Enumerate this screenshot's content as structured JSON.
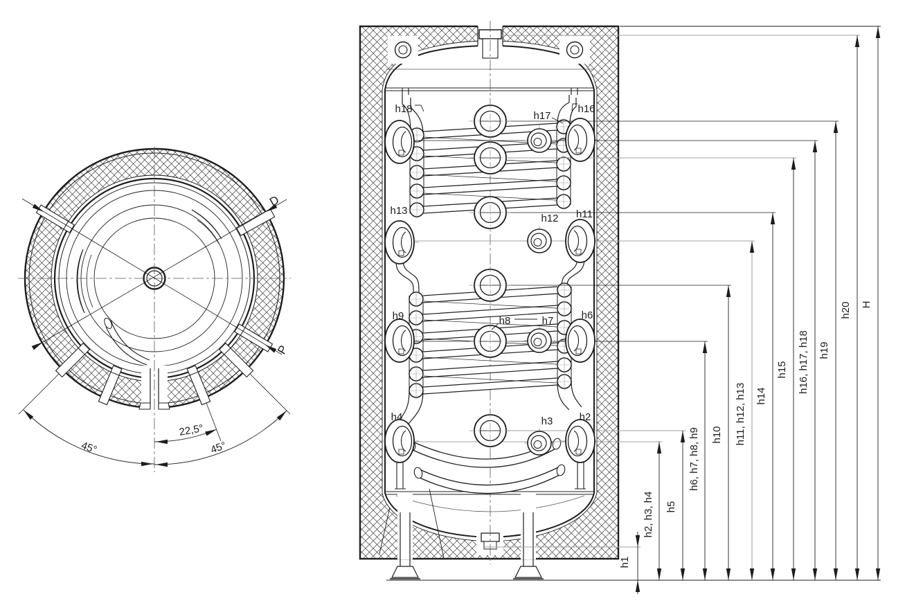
{
  "colors": {
    "ink": "#1d1d1d",
    "faint": "#a0a0a0",
    "background": "#ffffff",
    "hatch": "#3f3f3f"
  },
  "top_view": {
    "label_d": "D",
    "label_p": "P",
    "angle_left": "45°",
    "angle_middle": "22,5°",
    "angle_right": "45°"
  },
  "front_view": {
    "port_labels": {
      "h18": "h18",
      "h17": "h17",
      "h16": "h16",
      "h13": "h13",
      "h12": "h12",
      "h11": "h11",
      "h9": "h9",
      "h8": "h8",
      "h7": "h7",
      "h6": "h6",
      "h4": "h4",
      "h3": "h3",
      "h2": "h2"
    }
  },
  "dimensions": {
    "h1": "h1",
    "h2_h3_h4": "h2, h3, h4",
    "h5": "h5",
    "h6_h7_h8_h9": "h6, h7, h8, h9",
    "h10": "h10",
    "h11_h12_h13": "h11, h12, h13",
    "h14": "h14",
    "h15": "h15",
    "h16_h17_h18": "h16, h17, h18",
    "h19": "h19",
    "h20": "h20",
    "H": "H"
  }
}
